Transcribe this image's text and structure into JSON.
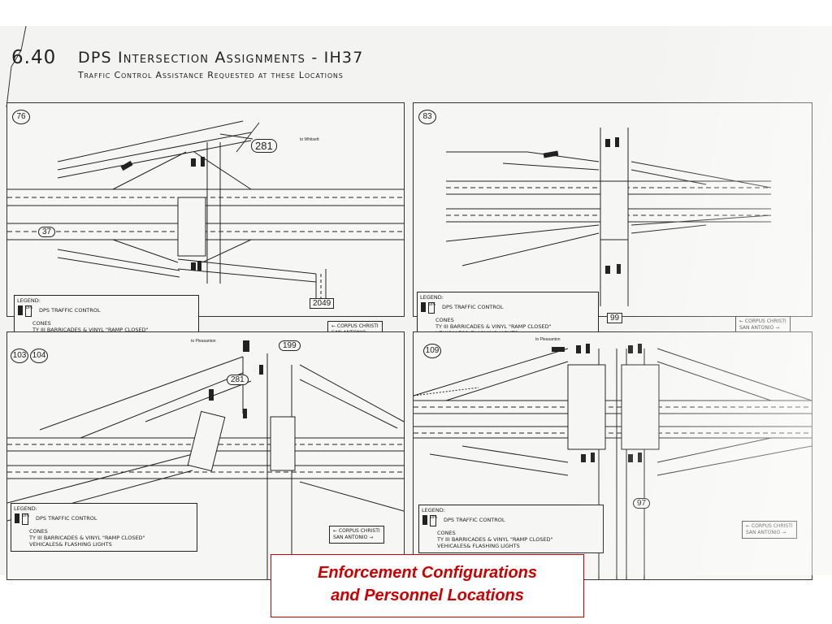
{
  "header": {
    "section_number": "6.40",
    "title": "DPS Intersection Assignments  -  IH37",
    "subtitle": "Traffic Control Assistance Requested at these Locations"
  },
  "legend": {
    "heading": "LEGEND:",
    "dps_traffic_control": "DPS TRAFFIC CONTROL",
    "cones": "CONES",
    "barricades": "TY III BARRICADES & VINYL \"RAMP CLOSED\"",
    "vehicles": "VEHICALES& FLASHING LIGHTS",
    "dps_symbol": "DPS"
  },
  "direction_box": {
    "corpus_christi": "← CORPUS CHRISTI",
    "san_antonio": "SAN ANTONIO →"
  },
  "panels": [
    {
      "site": "76",
      "labels": {
        "route_a": "281",
        "route_b": "37",
        "route_c": "2049",
        "to": "to Whitsett"
      }
    },
    {
      "site": "83",
      "labels": {
        "route_a": "99"
      }
    },
    {
      "site_a": "103",
      "site_b": "104",
      "labels": {
        "route_a": "199",
        "route_b": "281",
        "to": "to Pleasanton"
      }
    },
    {
      "site": "109",
      "labels": {
        "route_a": "97",
        "to": "to Pleasanton"
      }
    }
  ],
  "caption": {
    "line1": "Enforcement Configurations",
    "line2": "and  Personnel Locations"
  }
}
